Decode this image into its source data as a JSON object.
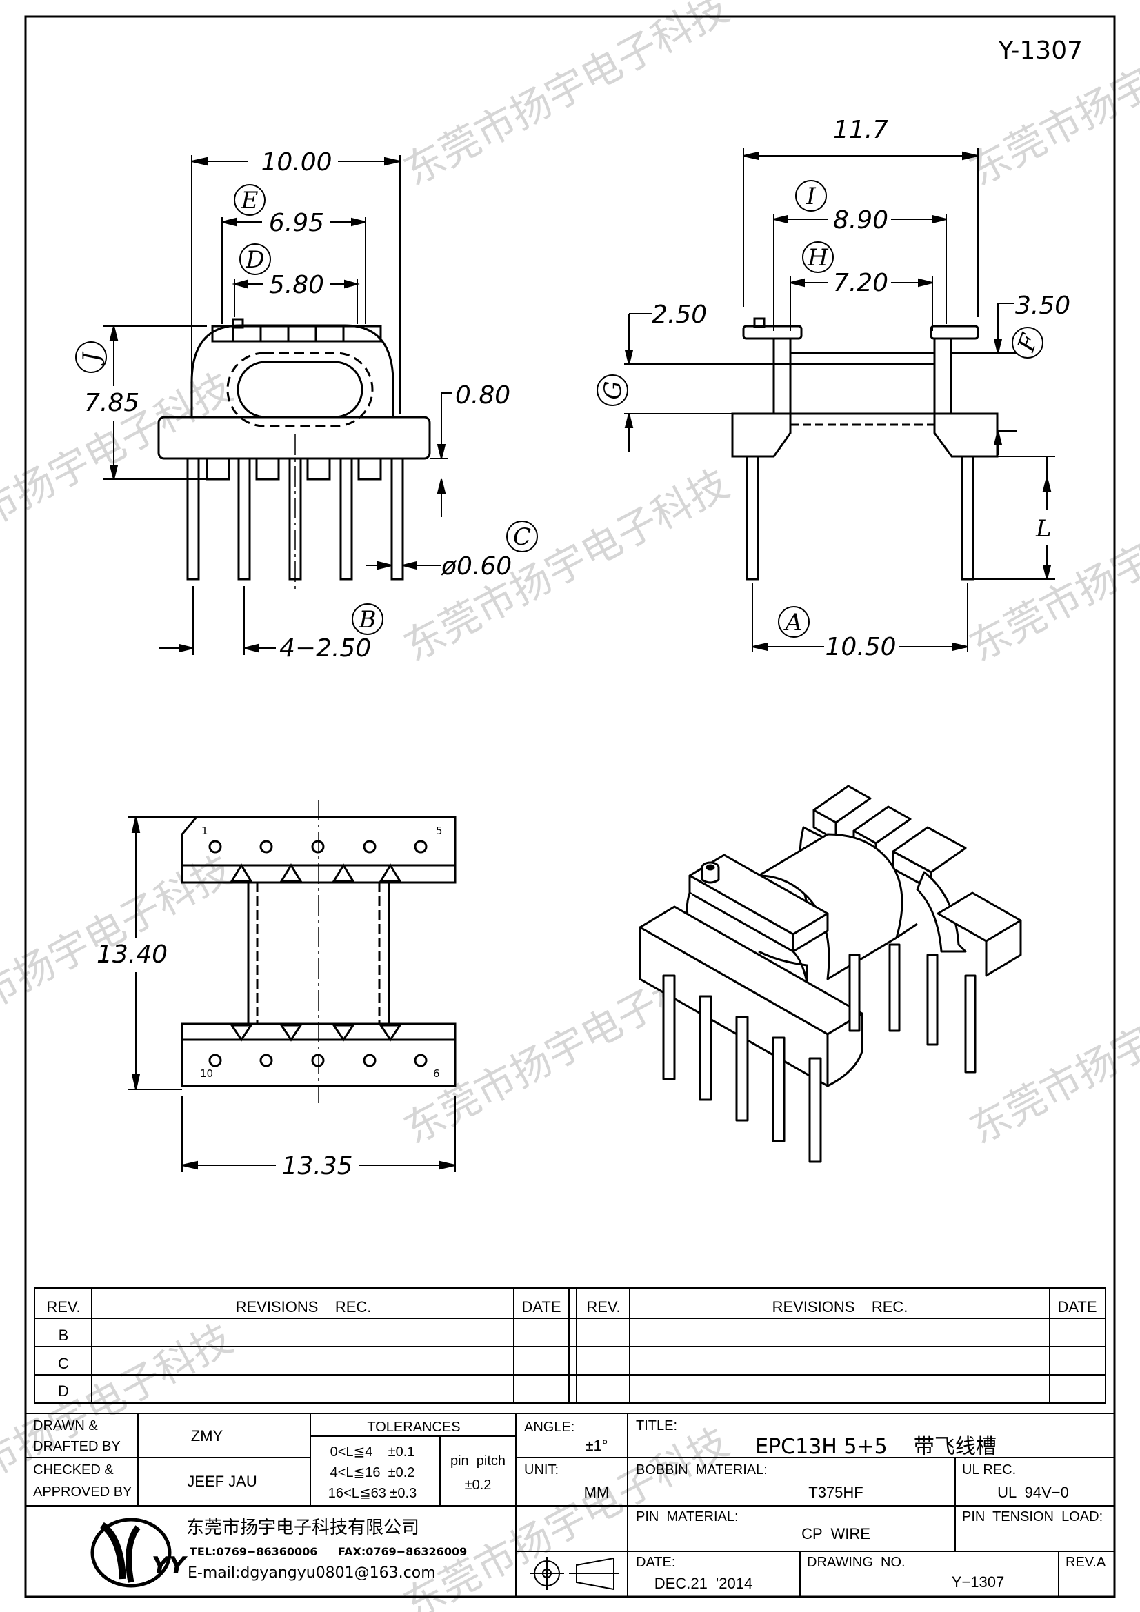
{
  "drawing_number_top": "Y-1307",
  "watermark_text": "东莞市扬宇电子科技",
  "front_view": {
    "dim_width": "10.00",
    "dim_e": "6.95",
    "dim_d": "5.80",
    "dim_height": "7.85",
    "dim_flange": "0.80",
    "dim_pin_dia": "ø0.60",
    "dim_pitch": "4−2.50",
    "label_e": "E",
    "label_d": "D",
    "label_j": "J",
    "label_c": "C",
    "label_b": "B"
  },
  "side_view": {
    "dim_overall": "11.7",
    "dim_i": "8.90",
    "dim_h": "7.20",
    "dim_g_top": "2.50",
    "dim_f": "3.50",
    "dim_row": "10.50",
    "label_i": "I",
    "label_h": "H",
    "label_g": "G",
    "label_f": "F",
    "label_l": "L",
    "label_a": "A"
  },
  "bottom_view": {
    "dim_height": "13.40",
    "dim_width": "13.35",
    "pin_1": "1",
    "pin_5": "5",
    "pin_10": "10",
    "pin_6": "6"
  },
  "revisions": {
    "col_rev": "REV.",
    "col_rec": "REVISIONS    REC.",
    "col_date": "DATE",
    "rows": [
      "B",
      "C",
      "D"
    ]
  },
  "title_block": {
    "drawn_label": "DRAWN &",
    "drafted_label": "DRAFTED BY",
    "drawn_by": "ZMY",
    "checked_label": "CHECKED &",
    "approved_label": "APPROVED BY",
    "approved_by": "JEEF JAU",
    "tolerances_label": "TOLERANCES",
    "tol_1": "0<L≦4    ±0.1",
    "tol_2": "4<L≦16  ±0.2",
    "tol_3": "16<L≦63 ±0.3",
    "pin_pitch_label": "pin  pitch",
    "pin_pitch_value": "±0.2",
    "angle_label": "ANGLE:",
    "angle_value": "±1°",
    "unit_label": "UNIT:",
    "unit_value": "MM",
    "title_label": "TITLE:",
    "title_value": "EPC13H 5+5    带飞线槽",
    "bobbin_label": "BOBBIN  MATERIAL:",
    "bobbin_value": "T375HF",
    "ul_label": "UL REC.",
    "ul_value": "UL  94V−0",
    "pin_material_label": "PIN  MATERIAL:",
    "pin_material_value": "CP  WIRE",
    "pin_tension_label": "PIN  TENSION  LOAD:",
    "date_label": "DATE:",
    "date_value": "DEC.21  '2014",
    "drawing_no_label": "DRAWING  NO.",
    "drawing_no_value": "Y−1307",
    "rev_label": "REV.A",
    "company_name": "东莞市扬宇电子科技有限公司",
    "tel": "TEL:0769−86360006",
    "fax": "FAX:0769−86326009",
    "email": "E-mail:dgyangyu0801@163.com",
    "logo_letters": "YY"
  }
}
